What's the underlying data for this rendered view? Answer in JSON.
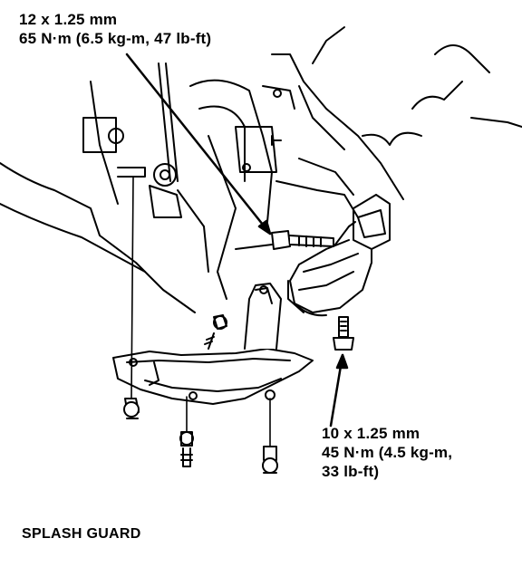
{
  "callouts": {
    "upper_bolt": {
      "size": "12 x 1.25 mm",
      "torque": "65 N·m (6.5 kg-m, 47 lb-ft)"
    },
    "lower_bolt": {
      "size": "10 x 1.25 mm",
      "torque_line1": "45 N·m (4.5 kg-m,",
      "torque_line2": "33 lb-ft)"
    }
  },
  "caption": "SPLASH GUARD",
  "colors": {
    "ink": "#000000",
    "paper": "#ffffff"
  }
}
